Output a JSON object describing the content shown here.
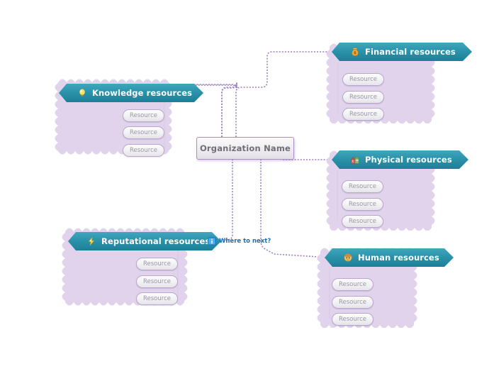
{
  "document": {
    "title": "Organization Name",
    "type": "mind-map",
    "background_color": "#ffffff"
  },
  "center": {
    "label": "Organization Name"
  },
  "note": {
    "label": "Where to next?",
    "icon": "info-icon",
    "color": "#1f6fb0"
  },
  "theme": {
    "header_color": "#2b93ab",
    "panel_color": "#ded1ea",
    "connector_color": "#9b7fc0",
    "pill_text_color": "#9a96a3"
  },
  "branches": [
    {
      "id": "knowledge",
      "label": "Knowledge resources",
      "icon": "lightbulb-icon",
      "side": "left",
      "items": [
        {
          "label": "Resource"
        },
        {
          "label": "Resource"
        },
        {
          "label": "Resource"
        }
      ]
    },
    {
      "id": "reputational",
      "label": "Reputational resources",
      "icon": "lightning-bolt-icon",
      "side": "left",
      "items": [
        {
          "label": "Resource"
        },
        {
          "label": "Resource"
        },
        {
          "label": "Resource"
        }
      ]
    },
    {
      "id": "financial",
      "label": "Financial resources",
      "icon": "money-bag-icon",
      "side": "right",
      "items": [
        {
          "label": "Resource"
        },
        {
          "label": "Resource"
        },
        {
          "label": "Resource"
        }
      ]
    },
    {
      "id": "physical",
      "label": "Physical resources",
      "icon": "building-icon",
      "side": "right",
      "items": [
        {
          "label": "Resource"
        },
        {
          "label": "Resource"
        },
        {
          "label": "Resource"
        }
      ]
    },
    {
      "id": "human",
      "label": "Human resources",
      "icon": "person-icon",
      "side": "right",
      "items": [
        {
          "label": "Resource"
        },
        {
          "label": "Resource"
        },
        {
          "label": "Resource"
        }
      ]
    }
  ]
}
